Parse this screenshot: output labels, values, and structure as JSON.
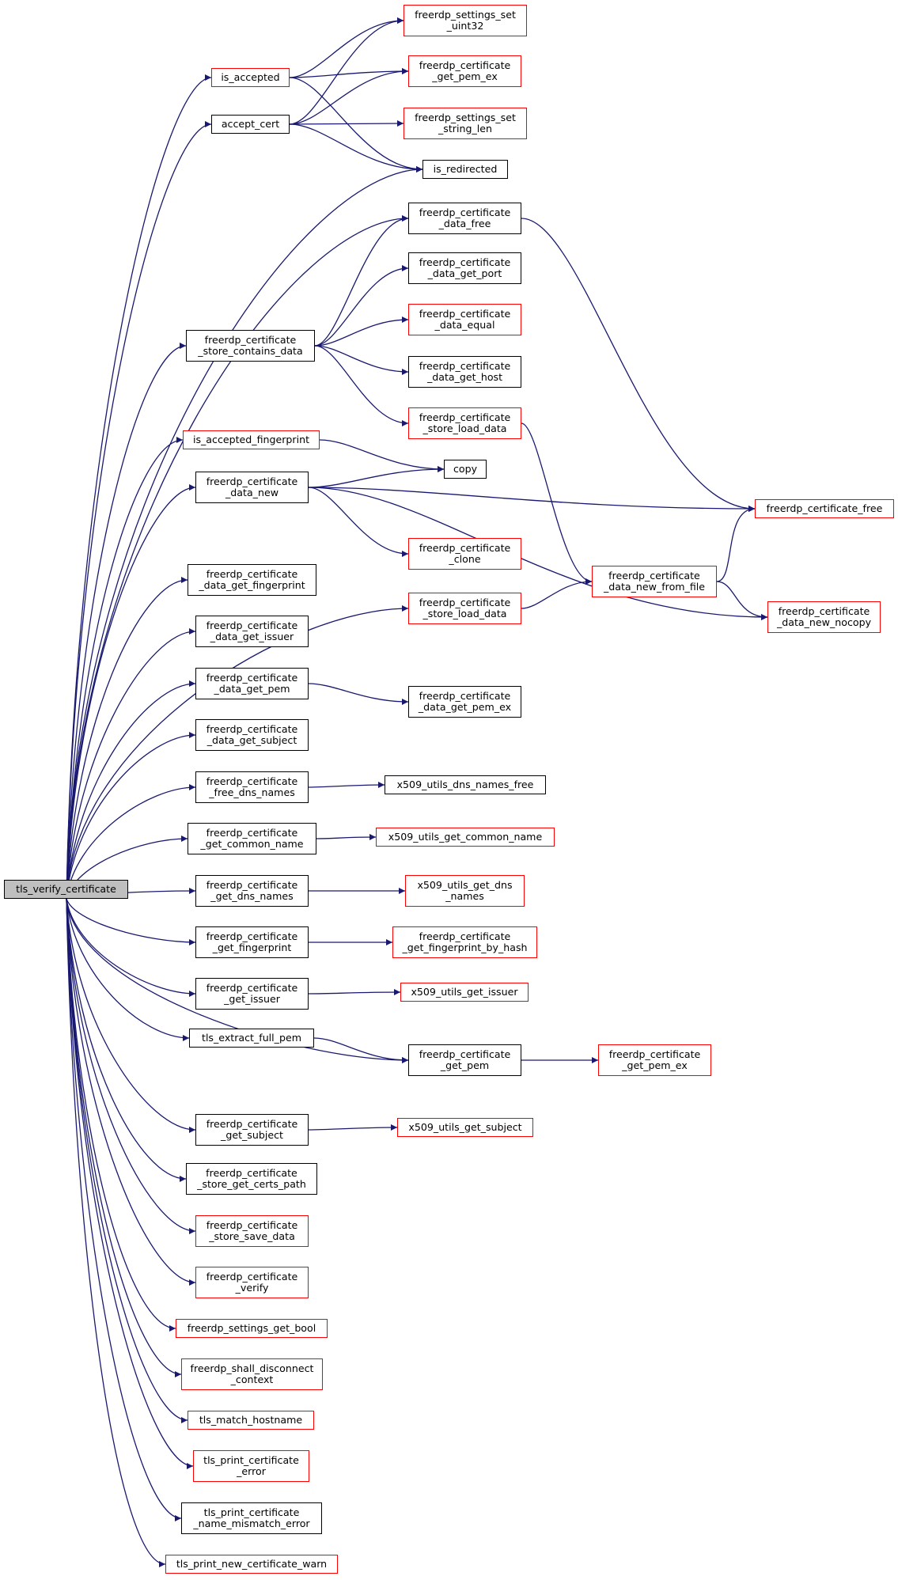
{
  "graph": {
    "root": "tls_verify_certificate",
    "edge_color": "#191970",
    "colors": {
      "root_fill": "#bfbfbf",
      "default_border": "#000000",
      "external_border": "#ff0000"
    },
    "nodes": [
      {
        "id": "root",
        "label": "tls_verify_certificate",
        "border": "black",
        "root": true
      },
      {
        "id": "is_accepted",
        "label": "is_accepted",
        "border": "red"
      },
      {
        "id": "accept_cert",
        "label": "accept_cert",
        "border": "black"
      },
      {
        "id": "set_uint32",
        "label": "freerdp_settings_set\n_uint32",
        "border": "red"
      },
      {
        "id": "get_pem_ex_top",
        "label": "freerdp_certificate\n_get_pem_ex",
        "border": "red"
      },
      {
        "id": "set_string_len",
        "label": "freerdp_settings_set\n_string_len",
        "border": "red"
      },
      {
        "id": "is_redirected",
        "label": "is_redirected",
        "border": "black"
      },
      {
        "id": "data_free",
        "label": "freerdp_certificate\n_data_free",
        "border": "black"
      },
      {
        "id": "data_get_port",
        "label": "freerdp_certificate\n_data_get_port",
        "border": "black"
      },
      {
        "id": "data_equal",
        "label": "freerdp_certificate\n_data_equal",
        "border": "red"
      },
      {
        "id": "store_contains",
        "label": "freerdp_certificate\n_store_contains_data",
        "border": "black"
      },
      {
        "id": "data_get_host",
        "label": "freerdp_certificate\n_data_get_host",
        "border": "black"
      },
      {
        "id": "store_load_1",
        "label": "freerdp_certificate\n_store_load_data",
        "border": "red"
      },
      {
        "id": "is_accepted_fp",
        "label": "is_accepted_fingerprint",
        "border": "red"
      },
      {
        "id": "copy",
        "label": "copy",
        "border": "black"
      },
      {
        "id": "data_new",
        "label": "freerdp_certificate\n_data_new",
        "border": "black"
      },
      {
        "id": "cert_free",
        "label": "freerdp_certificate_free",
        "border": "red"
      },
      {
        "id": "cert_clone",
        "label": "freerdp_certificate\n_clone",
        "border": "red"
      },
      {
        "id": "data_new_from_file",
        "label": "freerdp_certificate\n_data_new_from_file",
        "border": "red"
      },
      {
        "id": "store_load_2",
        "label": "freerdp_certificate\n_store_load_data",
        "border": "red"
      },
      {
        "id": "data_new_nocopy",
        "label": "freerdp_certificate\n_data_new_nocopy",
        "border": "red"
      },
      {
        "id": "data_get_fp",
        "label": "freerdp_certificate\n_data_get_fingerprint",
        "border": "black"
      },
      {
        "id": "data_get_issuer",
        "label": "freerdp_certificate\n_data_get_issuer",
        "border": "black"
      },
      {
        "id": "data_get_pem",
        "label": "freerdp_certificate\n_data_get_pem",
        "border": "black"
      },
      {
        "id": "data_get_pem_ex",
        "label": "freerdp_certificate\n_data_get_pem_ex",
        "border": "black"
      },
      {
        "id": "data_get_subject",
        "label": "freerdp_certificate\n_data_get_subject",
        "border": "black"
      },
      {
        "id": "free_dns",
        "label": "freerdp_certificate\n_free_dns_names",
        "border": "black"
      },
      {
        "id": "x509_dns_free",
        "label": "x509_utils_dns_names_free",
        "border": "black"
      },
      {
        "id": "get_common_name",
        "label": "freerdp_certificate\n_get_common_name",
        "border": "black"
      },
      {
        "id": "x509_common_name",
        "label": "x509_utils_get_common_name",
        "border": "red"
      },
      {
        "id": "get_dns_names",
        "label": "freerdp_certificate\n_get_dns_names",
        "border": "black"
      },
      {
        "id": "x509_get_dns",
        "label": "x509_utils_get_dns\n_names",
        "border": "red"
      },
      {
        "id": "get_fingerprint",
        "label": "freerdp_certificate\n_get_fingerprint",
        "border": "black"
      },
      {
        "id": "fp_by_hash",
        "label": "freerdp_certificate\n_get_fingerprint_by_hash",
        "border": "red"
      },
      {
        "id": "get_issuer",
        "label": "freerdp_certificate\n_get_issuer",
        "border": "black"
      },
      {
        "id": "x509_issuer",
        "label": "x509_utils_get_issuer",
        "border": "red"
      },
      {
        "id": "extract_pem",
        "label": "tls_extract_full_pem",
        "border": "black"
      },
      {
        "id": "get_pem",
        "label": "freerdp_certificate\n_get_pem",
        "border": "black"
      },
      {
        "id": "get_pem_ex_bot",
        "label": "freerdp_certificate\n_get_pem_ex",
        "border": "red"
      },
      {
        "id": "get_subject",
        "label": "freerdp_certificate\n_get_subject",
        "border": "black"
      },
      {
        "id": "x509_subject",
        "label": "x509_utils_get_subject",
        "border": "red"
      },
      {
        "id": "certs_path",
        "label": "freerdp_certificate\n_store_get_certs_path",
        "border": "black"
      },
      {
        "id": "store_save",
        "label": "freerdp_certificate\n_store_save_data",
        "border": "red"
      },
      {
        "id": "cert_verify",
        "label": "freerdp_certificate\n_verify",
        "border": "red"
      },
      {
        "id": "get_bool",
        "label": "freerdp_settings_get_bool",
        "border": "red"
      },
      {
        "id": "shall_disconnect",
        "label": "freerdp_shall_disconnect\n_context",
        "border": "red"
      },
      {
        "id": "match_hostname",
        "label": "tls_match_hostname",
        "border": "red"
      },
      {
        "id": "print_error",
        "label": "tls_print_certificate\n_error",
        "border": "red"
      },
      {
        "id": "print_mismatch",
        "label": "tls_print_certificate\n_name_mismatch_error",
        "border": "black"
      },
      {
        "id": "print_warn",
        "label": "tls_print_new_certificate_warn",
        "border": "red"
      }
    ],
    "edges": [
      [
        "root",
        "is_accepted"
      ],
      [
        "root",
        "accept_cert"
      ],
      [
        "root",
        "is_redirected"
      ],
      [
        "root",
        "data_free"
      ],
      [
        "root",
        "store_contains"
      ],
      [
        "root",
        "is_accepted_fp"
      ],
      [
        "root",
        "data_new"
      ],
      [
        "root",
        "store_load_2"
      ],
      [
        "root",
        "data_get_fp"
      ],
      [
        "root",
        "data_get_issuer"
      ],
      [
        "root",
        "data_get_pem"
      ],
      [
        "root",
        "data_get_subject"
      ],
      [
        "root",
        "free_dns"
      ],
      [
        "root",
        "get_common_name"
      ],
      [
        "root",
        "get_dns_names"
      ],
      [
        "root",
        "get_fingerprint"
      ],
      [
        "root",
        "get_issuer"
      ],
      [
        "root",
        "extract_pem"
      ],
      [
        "root",
        "get_pem"
      ],
      [
        "root",
        "get_subject"
      ],
      [
        "root",
        "certs_path"
      ],
      [
        "root",
        "store_save"
      ],
      [
        "root",
        "cert_verify"
      ],
      [
        "root",
        "get_bool"
      ],
      [
        "root",
        "shall_disconnect"
      ],
      [
        "root",
        "match_hostname"
      ],
      [
        "root",
        "print_error"
      ],
      [
        "root",
        "print_mismatch"
      ],
      [
        "root",
        "print_warn"
      ],
      [
        "is_accepted",
        "set_uint32"
      ],
      [
        "is_accepted",
        "get_pem_ex_top"
      ],
      [
        "is_accepted",
        "is_redirected"
      ],
      [
        "accept_cert",
        "set_uint32"
      ],
      [
        "accept_cert",
        "get_pem_ex_top"
      ],
      [
        "accept_cert",
        "set_string_len"
      ],
      [
        "accept_cert",
        "is_redirected"
      ],
      [
        "store_contains",
        "data_free"
      ],
      [
        "store_contains",
        "data_get_port"
      ],
      [
        "store_contains",
        "data_equal"
      ],
      [
        "store_contains",
        "data_get_host"
      ],
      [
        "store_contains",
        "store_load_1"
      ],
      [
        "store_load_1",
        "data_new_from_file"
      ],
      [
        "data_free",
        "cert_free"
      ],
      [
        "is_accepted_fp",
        "copy"
      ],
      [
        "data_new",
        "copy"
      ],
      [
        "data_new",
        "cert_free"
      ],
      [
        "data_new",
        "cert_clone"
      ],
      [
        "data_new",
        "data_new_nocopy"
      ],
      [
        "store_load_2",
        "data_new_from_file"
      ],
      [
        "data_new_from_file",
        "cert_free"
      ],
      [
        "data_new_from_file",
        "data_new_nocopy"
      ],
      [
        "data_get_pem",
        "data_get_pem_ex"
      ],
      [
        "free_dns",
        "x509_dns_free"
      ],
      [
        "get_common_name",
        "x509_common_name"
      ],
      [
        "get_dns_names",
        "x509_get_dns"
      ],
      [
        "get_fingerprint",
        "fp_by_hash"
      ],
      [
        "get_issuer",
        "x509_issuer"
      ],
      [
        "extract_pem",
        "get_pem"
      ],
      [
        "get_pem",
        "get_pem_ex_bot"
      ],
      [
        "get_subject",
        "x509_subject"
      ]
    ]
  }
}
